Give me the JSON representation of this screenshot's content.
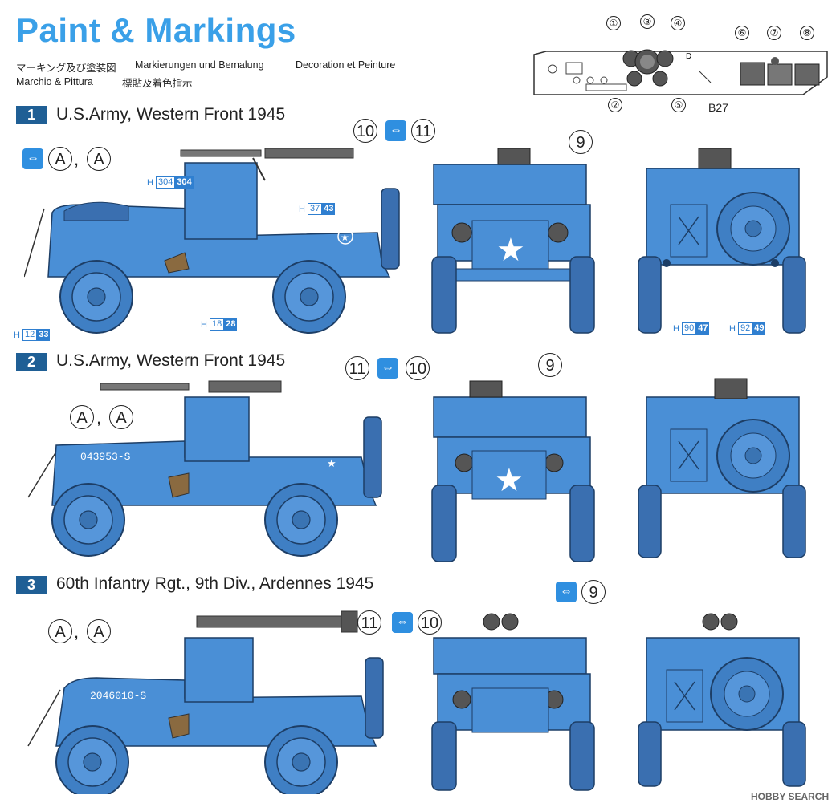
{
  "header": {
    "title": "Paint & Markings",
    "subtitles": {
      "jp": "マーキング及び塗装図",
      "de": "Markierungen und Bemalung",
      "fr": "Decoration et Peinture",
      "it": "Marchio & Pittura",
      "cn": "標貼及着色指示"
    }
  },
  "dashboard": {
    "numbers": [
      "①",
      "②",
      "③",
      "④",
      "⑤",
      "⑥",
      "⑦",
      "⑧"
    ],
    "part_label": "B27",
    "letter": "D"
  },
  "sections": [
    {
      "number": "1",
      "title": "U.S.Army, Western Front 1945",
      "side_callouts": {
        "left": "A",
        "right": "A",
        "rear_num": "10",
        "front_num": "11"
      },
      "rear_view_num": "9",
      "paint_codes": [
        {
          "h": "H",
          "a": "304",
          "b": "304"
        },
        {
          "h": "H",
          "a": "37",
          "b": "43"
        },
        {
          "h": "H",
          "a": "12",
          "b": "33"
        },
        {
          "h": "H",
          "a": "18",
          "b": "28"
        },
        {
          "h": "H",
          "a": "90",
          "b": "47"
        },
        {
          "h": "H",
          "a": "92",
          "b": "49"
        }
      ],
      "hood_text": ""
    },
    {
      "number": "2",
      "title": "U.S.Army, Western Front 1945",
      "side_callouts": {
        "left": "A",
        "right": "A",
        "first_num": "11",
        "second_num": "10"
      },
      "rear_view_num": "9",
      "hood_text": "043953-S"
    },
    {
      "number": "3",
      "title": "60th Infantry Rgt., 9th Div., Ardennes 1945",
      "side_callouts": {
        "left": "A",
        "right": "A",
        "first_num": "11",
        "second_num": "10"
      },
      "rear_view_num": "9",
      "hood_text": "2046010-S"
    }
  ],
  "colors": {
    "title_blue": "#3aa0e8",
    "vehicle_blue": "#4a8fd6",
    "vehicle_dark": "#2a5d99",
    "badge_blue": "#1f5f95",
    "code_blue": "#2f7fd0"
  },
  "icons": [
    "swap-icon",
    "star-icon",
    "wheel-icon"
  ],
  "watermark": "HOBBY SEARCH"
}
